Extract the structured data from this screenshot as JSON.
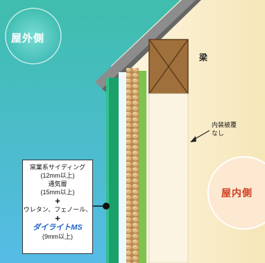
{
  "labels": {
    "outdoor": "屋外側",
    "indoor": "屋内側",
    "beam": "梁",
    "interior_finish": "内装被覆\nなし"
  },
  "layers": {
    "siding": "窯業系サイディング",
    "siding_thickness": "(12mm以上)",
    "air_layer": "通気層",
    "air_layer_thickness": "(15mm以上)",
    "plus_1": "+",
    "insulation": "ウレタン、フェノール、",
    "plus_2": "+",
    "product": "ダイライトMS",
    "product_thickness": "(9mm以上)"
  },
  "colors": {
    "sky_top": "#2fb8a6",
    "sky_bottom": "#48b7e4",
    "indoor_bg": "#fbf1d4",
    "siding_green": "#1aa06a",
    "board_green": "#7cc44c",
    "insulation_tan": "#cfa46a",
    "roof_gray": "#8c8c8c",
    "beam_brown": "#a0703c",
    "indoor_label": "#d23c1e",
    "product_blue": "#1f63c6"
  }
}
